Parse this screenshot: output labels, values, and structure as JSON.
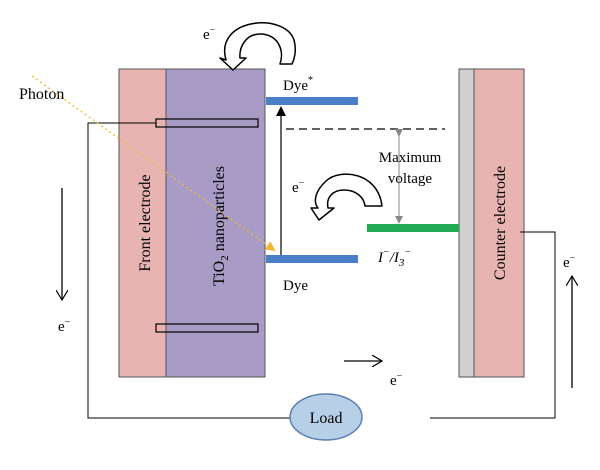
{
  "labels": {
    "photon": "Photon",
    "front_electrode": "Front electrode",
    "tio2_main": "TiO",
    "tio2_sub": "2",
    "tio2_rest": " nanoparticles",
    "dye_excited": "Dye",
    "dye_excited_star": "*",
    "dye_ground": "Dye",
    "max_voltage_line1": "Maximum",
    "max_voltage_line2": "voltage",
    "redox_i": "I",
    "redox_sup1": "−",
    "redox_slash_i": "/I",
    "redox_sub": "3",
    "redox_sup2": "−",
    "counter_electrode": "Counter electrode",
    "load": "Load",
    "electron": "e−",
    "electron_base": "e",
    "electron_sup": "−"
  },
  "colors": {
    "front_electrode": "#e8b4b2",
    "tio2": "#a89bc6",
    "counter_electrode": "#e8b4b2",
    "counter_strip": "#d0d0d0",
    "dye_level": "#4a7ec9",
    "redox_level": "#22aa55",
    "load_fill": "#b8cfe8",
    "load_stroke": "#5a7fb0",
    "photon_ray": "#f2b830",
    "outline": "#555555"
  },
  "icons": {
    "electron_transfer_arrow_top": "curved-arrow-icon",
    "electron_transfer_arrow_mid": "curved-arrow-icon"
  }
}
